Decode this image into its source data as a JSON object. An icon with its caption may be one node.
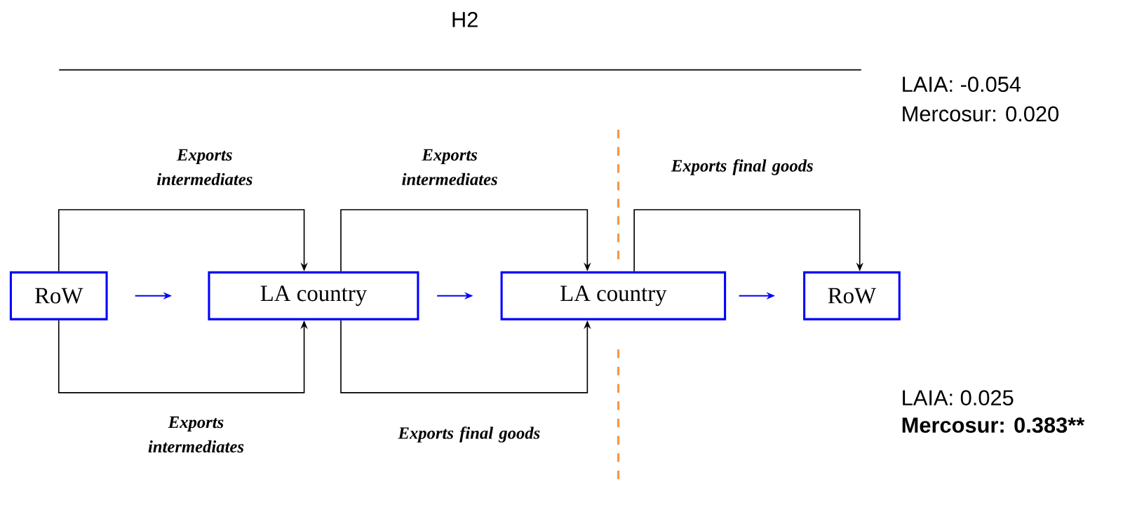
{
  "diagram": {
    "title": "H2",
    "nodes": [
      {
        "text": [
          "RoW"
        ]
      },
      {
        "text": [
          "LA country"
        ]
      },
      {
        "text": [
          "LA country"
        ]
      },
      {
        "text": [
          "RoW"
        ]
      }
    ],
    "edges": [
      {
        "from": 0,
        "to": 1,
        "arrow": "to",
        "label": "Exports intermediates"
      },
      {
        "from": 0,
        "to": 1,
        "arrow": "to",
        "color": "#0000ff"
      },
      {
        "from": 0,
        "to": 1,
        "arrow": "to",
        "label": "Exports intermediates"
      },
      {
        "from": 1,
        "to": 2,
        "arrow": "to",
        "label": "Exports intermediates"
      },
      {
        "from": 1,
        "to": 2,
        "arrow": "to",
        "color": "#0000ff"
      },
      {
        "from": 1,
        "to": 2,
        "arrow": "to",
        "label": "Exports final goods"
      },
      {
        "from": 2,
        "to": 3,
        "arrow": "to",
        "label": "Exports final goods"
      },
      {
        "from": 2,
        "to": 3,
        "arrow": "to",
        "color": "#0000ff"
      }
    ],
    "labels": [
      "LAIA: -0.054",
      "Mercosur: 0.020",
      "LAIA: 0.025",
      "Mercosur: 0.383**"
    ]
  }
}
